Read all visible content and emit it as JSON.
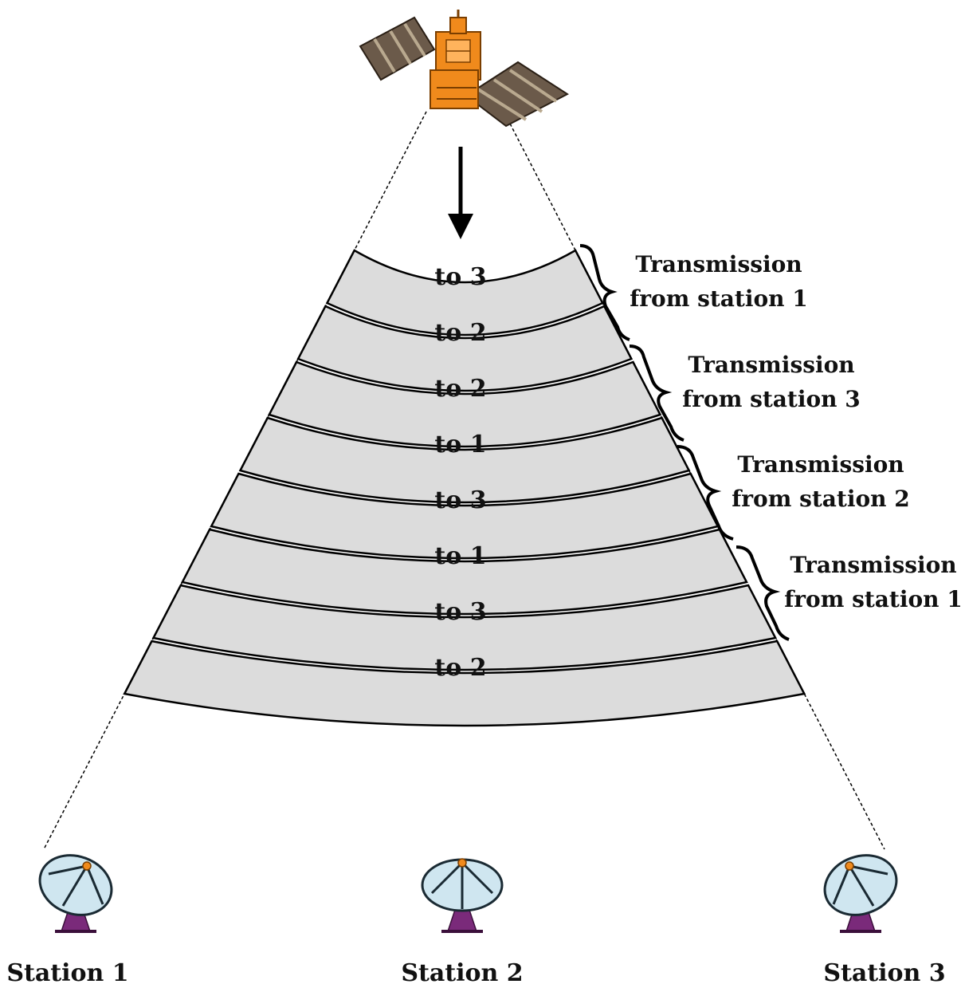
{
  "slots": [
    {
      "label": "to 3"
    },
    {
      "label": "to 2"
    },
    {
      "label": "to 2"
    },
    {
      "label": "to 1"
    },
    {
      "label": "to 3"
    },
    {
      "label": "to 1"
    },
    {
      "label": "to 3"
    },
    {
      "label": "to 2"
    }
  ],
  "transmissions": [
    {
      "line1": "Transmission",
      "line2": "from station 1"
    },
    {
      "line1": "Transmission",
      "line2": "from station 3"
    },
    {
      "line1": "Transmission",
      "line2": "from station 2"
    },
    {
      "line1": "Transmission",
      "line2": "from station 1"
    }
  ],
  "stations": [
    {
      "label": "Station 1"
    },
    {
      "label": "Station 2"
    },
    {
      "label": "Station 3"
    }
  ],
  "colors": {
    "slot_fill": "#dcdcdc",
    "satellite_body": "#f08a1c",
    "solar_panel": "#6b5a4a",
    "dish": "#cfe6f0",
    "stand": "#7a2a7a"
  }
}
